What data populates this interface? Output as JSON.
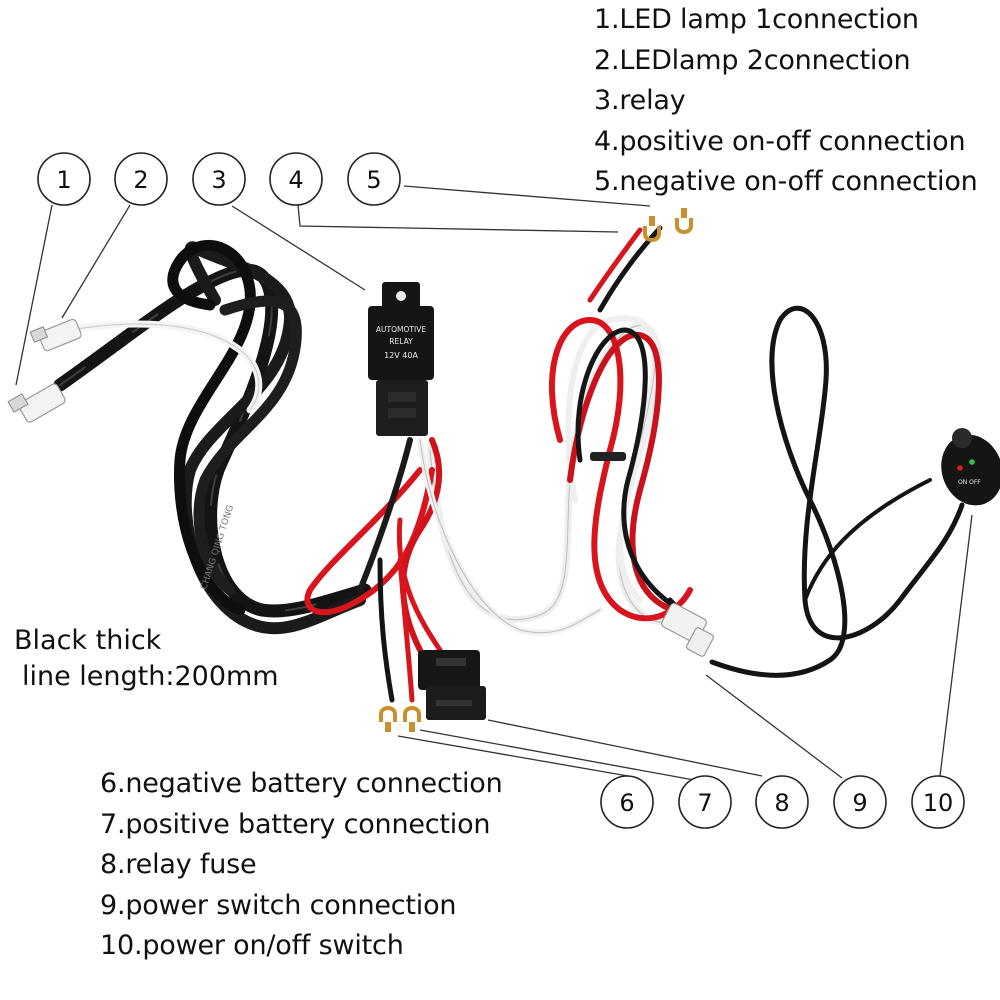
{
  "legend_top": [
    "1.LED lamp 1connection",
    "2.LEDlamp 2connection",
    "3.relay",
    "4.positive on-off connection",
    "5.negative on-off connection"
  ],
  "legend_bottom": [
    "6.negative battery connection",
    "7.positive battery connection",
    "8.relay fuse",
    "9.power switch connection",
    "10.power on/off switch"
  ],
  "cable_note": {
    "line1": "Black thick",
    "line2": "line length:200mm"
  },
  "callouts": [
    "1",
    "2",
    "3",
    "4",
    "5",
    "6",
    "7",
    "8",
    "9",
    "10"
  ],
  "relay_label": {
    "line1": "AUTOMOTIVE",
    "line2": "RELAY",
    "line3": "12V 40A"
  },
  "switch_label": "ON OFF",
  "cable_print": "CHANG QING TONG",
  "colors": {
    "black_wire": "#141414",
    "red_wire": "#d8141c",
    "white_wire": "#f2f2f2",
    "copper": "#d39a3c"
  },
  "icons": [
    "connector-icon",
    "relay-icon",
    "fuse-holder-icon",
    "switch-icon",
    "ring-terminal-icon"
  ]
}
